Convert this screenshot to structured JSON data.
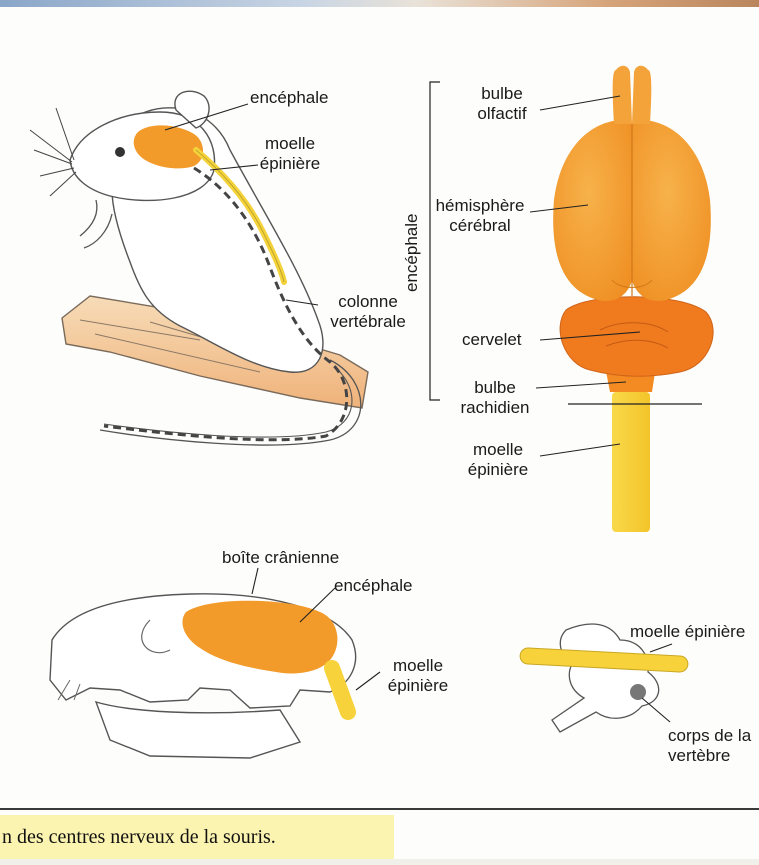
{
  "mouse": {
    "encephale": "encéphale",
    "moelle_l1": "moelle",
    "moelle_l2": "épinière",
    "colonne_l1": "colonne",
    "colonne_l2": "vertébrale"
  },
  "brain": {
    "bracket_label": "encéphale",
    "bulbe_olf_l1": "bulbe",
    "bulbe_olf_l2": "olfactif",
    "hemi_l1": "hémisphère",
    "hemi_l2": "cérébral",
    "cervelet": "cervelet",
    "bulbe_rach_l1": "bulbe",
    "bulbe_rach_l2": "rachidien",
    "moelle_l1": "moelle",
    "moelle_l2": "épinière"
  },
  "skull": {
    "boite": "boîte crânienne",
    "encephale": "encéphale",
    "moelle_l1": "moelle",
    "moelle_l2": "épinière"
  },
  "vertebra": {
    "moelle": "moelle épinière",
    "corps_l1": "corps de la",
    "corps_l2": "vertèbre"
  },
  "caption": "n des centres nerveux de la souris.",
  "colors": {
    "brain_orange": "#f29a2a",
    "cerebellum": "#f07a1e",
    "spinal_yellow": "#f7d23a",
    "wood": "#f2c79a"
  }
}
